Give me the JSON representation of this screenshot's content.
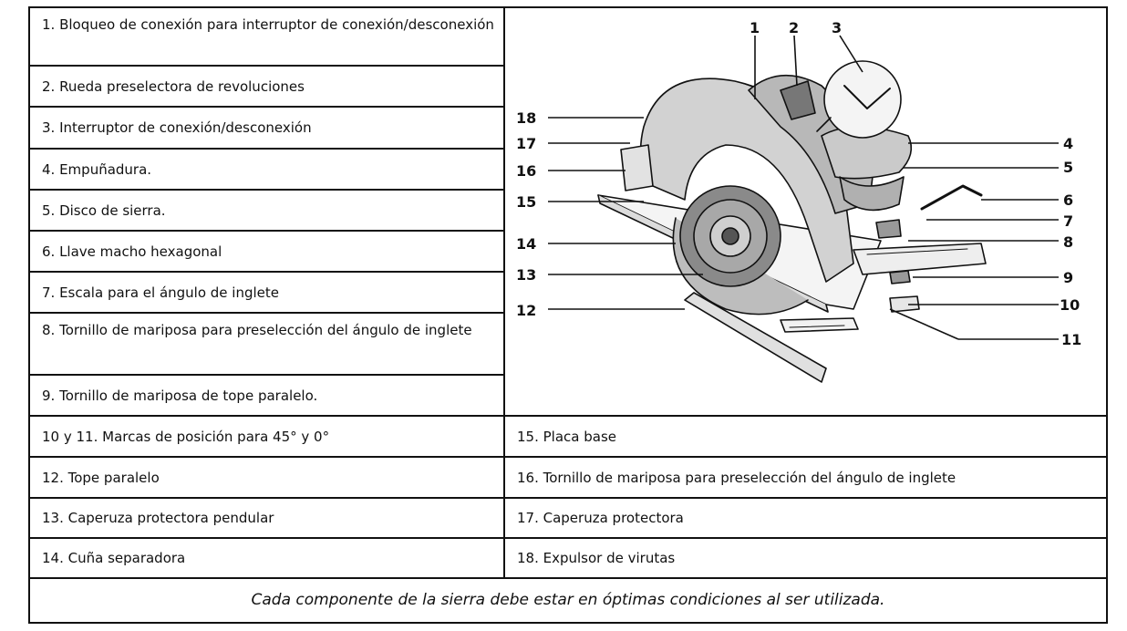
{
  "left_items": [
    "1. Bloqueo de conexión para interruptor de conexión/desconexión",
    "2. Rueda preselectora de revoluciones",
    "3. Interruptor de conexión/desconexión",
    "4. Empuñadura.",
    "5. Disco de sierra.",
    "6. Llave macho hexagonal",
    "7.  Escala para el ángulo de inglete",
    "8. Tornillo de mariposa para preselección del ángulo de inglete",
    "9. Tornillo de mariposa de tope paralelo.",
    "10 y 11.  Marcas de posición para 45° y 0°",
    "12.  Tope paralelo",
    "13. Caperuza protectora pendular",
    "14. Cuña separadora"
  ],
  "right_items": [
    "15. Placa base",
    "16. Tornillo de mariposa para preselección del ángulo de inglete",
    "17. Caperuza protectora",
    "18. Expulsor de virutas"
  ],
  "diagram_labels": [
    "1",
    "2",
    "3",
    "4",
    "5",
    "6",
    "7",
    "8",
    "9",
    "10",
    "11",
    "12",
    "13",
    "14",
    "15",
    "16",
    "17",
    "18"
  ],
  "footer": "Cada componente de la sierra debe estar en óptimas condiciones al ser utilizada."
}
